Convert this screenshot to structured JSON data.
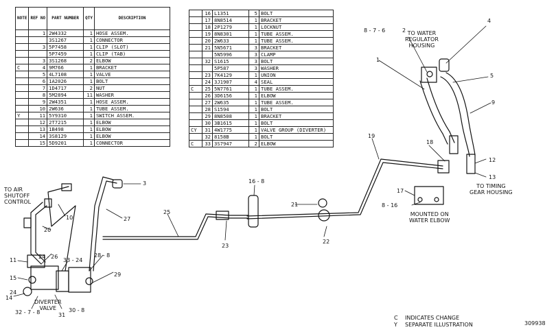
{
  "left_table": {
    "headers": [
      "NOTE",
      "REF NO",
      "PART NUMBER",
      "QTY",
      "DESCRIPTION"
    ],
    "rows": [
      [
        "",
        "1",
        "2W4332",
        "1",
        "HOSE ASSEM."
      ],
      [
        "",
        "",
        "3S1267",
        "1",
        "CONNECTOR"
      ],
      [
        "",
        "3",
        "5P7458",
        "1",
        "CLIP (SLOT)"
      ],
      [
        "",
        "",
        "5P7459",
        "1",
        "CLIP (TAB)"
      ],
      [
        "",
        "3",
        "3S1268",
        "2",
        "ELBOW"
      ],
      [
        "C",
        "4",
        "9M766",
        "1",
        "BRACKET"
      ],
      [
        "",
        "5",
        "4L7108",
        "1",
        "VALVE"
      ],
      [
        "",
        "6",
        "1A2026",
        "1",
        "BOLT"
      ],
      [
        "",
        "7",
        "1D4717",
        "2",
        "NUT"
      ],
      [
        "",
        "8",
        "5M2894",
        "11",
        "WASHER"
      ],
      [
        "",
        "9",
        "2W4351",
        "1",
        "HOSE ASSEM."
      ],
      [
        "",
        "10",
        "2W636",
        "1",
        "TUBE ASSEM."
      ],
      [
        "Y",
        "11",
        "5Y9310",
        "1",
        "SWITCH ASSEM."
      ],
      [
        "",
        "12",
        "2T7215",
        "1",
        "ELBOW"
      ],
      [
        "",
        "13",
        "1B498",
        "1",
        "ELBOW"
      ],
      [
        "",
        "14",
        "3S8129",
        "1",
        "ELBOW"
      ],
      [
        "",
        "15",
        "5D9201",
        "1",
        "CONNECTOR"
      ]
    ]
  },
  "right_table": {
    "rows": [
      [
        "",
        "16",
        "L1351",
        "5",
        "BOLT"
      ],
      [
        "",
        "17",
        "8N8514",
        "1",
        "BRACKET"
      ],
      [
        "",
        "18",
        "2P1279",
        "1",
        "LOCKNUT"
      ],
      [
        "",
        "19",
        "8N8301",
        "1",
        "TUBE ASSEM."
      ],
      [
        "",
        "20",
        "2W633",
        "1",
        "TUBE ASSEM."
      ],
      [
        "",
        "21",
        "5N5671",
        "3",
        "BRACKET"
      ],
      [
        "",
        "",
        "5N5996",
        "3",
        "CLAMP"
      ],
      [
        "",
        "32",
        "S1615",
        "3",
        "BOLT"
      ],
      [
        "",
        "",
        "5P587",
        "3",
        "WASHER"
      ],
      [
        "",
        "23",
        "7K4129",
        "1",
        "UNION"
      ],
      [
        "",
        "24",
        "3J1907",
        "4",
        "SEAL"
      ],
      [
        "C",
        "25",
        "5N7761",
        "1",
        "TUBE ASSEM."
      ],
      [
        "",
        "26",
        "3D6156",
        "1",
        "ELBOW"
      ],
      [
        "",
        "27",
        "2W635",
        "1",
        "TUBE ASSEM."
      ],
      [
        "",
        "28",
        "S1594",
        "1",
        "BOLT"
      ],
      [
        "",
        "29",
        "8N8508",
        "1",
        "BRACKET"
      ],
      [
        "",
        "30",
        "3B1615",
        "1",
        "BOLT"
      ],
      [
        "CY",
        "31",
        "4W1775",
        "1",
        "VALVE GROUP (DIVERTER)"
      ],
      [
        "",
        "32",
        "8158B",
        "1",
        "BOLT"
      ],
      [
        "C",
        "33",
        "3S7947",
        "2",
        "ELBOW"
      ]
    ]
  },
  "callouts": {
    "c1": "1",
    "c2": "2",
    "c3": "3",
    "c4": "4",
    "c5": "5",
    "c8_7_6": "8 - 7 - 6",
    "c9": "9",
    "c10": "10",
    "c11": "11",
    "c12": "12",
    "c13": "13",
    "c14": "14",
    "c15": "15",
    "c16_8": "16 - 8",
    "c17": "17",
    "c18": "18",
    "c19": "19",
    "c20": "20",
    "c21": "21",
    "c22": "22",
    "c23": "23",
    "c24_26": "24 - 26",
    "c25": "25",
    "c27": "27",
    "c28_8": "28 - 8",
    "c29": "29",
    "c30_8": "30 - 8",
    "c31": "31",
    "c32_7_8": "32 - 7 - 8",
    "c33_24": "33 - 24",
    "c24": "24",
    "c8_16": "8 - 16"
  },
  "labels": {
    "water_reg": "TO WATER\nREGULATOR\nHOUSING",
    "air_shutoff": "TO AIR\nSHUTOFF\nCONTROL",
    "timing_gear": "TO TIMING\nGEAR HOUSING",
    "water_elbow": "MOUNTED ON\nWATER ELBOW",
    "diverter": "DIVERTER\nVALVE"
  },
  "legend": {
    "c_key": "C",
    "c_text": "INDICATES CHANGE",
    "y_key": "Y",
    "y_text": "SEPARATE ILLUSTRATION"
  },
  "figure_number": "309938"
}
